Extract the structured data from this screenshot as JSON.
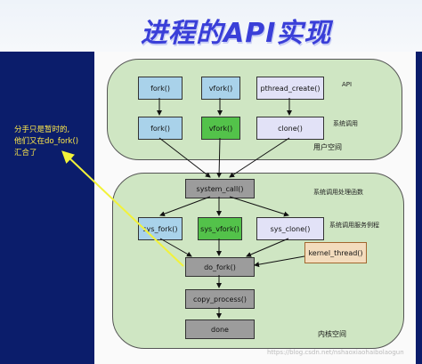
{
  "title": "进程的API实现",
  "note": [
    "分手只是暂时的,",
    "他们又在do_fork()",
    "汇合了"
  ],
  "labels": {
    "api": "API",
    "syscall": "系统调用",
    "user_space": "用户空间",
    "syscall_handler": "系统调用处理函数",
    "syscall_service": "系统调用服务例程",
    "kernel_space": "内核空间"
  },
  "boxes": {
    "fork": "fork()",
    "vfork": "vfork()",
    "pthread_create": "pthread_create()",
    "fork2": "fork()",
    "vfork2": "vfork()",
    "clone": "clone()",
    "system_call": "system_call()",
    "sys_fork": "sys_fork()",
    "sys_vfork": "sys_vfork()",
    "sys_clone": "sys_clone()",
    "kernel_thread": "kernel_thread()",
    "do_fork": "do_fork()",
    "copy_process": "copy_process()",
    "done": "done"
  },
  "watermark": "https://blog.csdn.net/nshaoxiaohaibolaogun",
  "colors": {
    "title": "#3a3fd8",
    "note": "#ffe94a",
    "arrow_note": "#f2f23a",
    "region_fill": "#cfe6c3",
    "box_blue": "#a9d2ea",
    "box_green": "#53c24a",
    "box_lavender": "#e2e2f7",
    "box_grey": "#9c9c9c",
    "box_tan": "#f3dcbd",
    "side_bar": "#0b1d6b"
  }
}
